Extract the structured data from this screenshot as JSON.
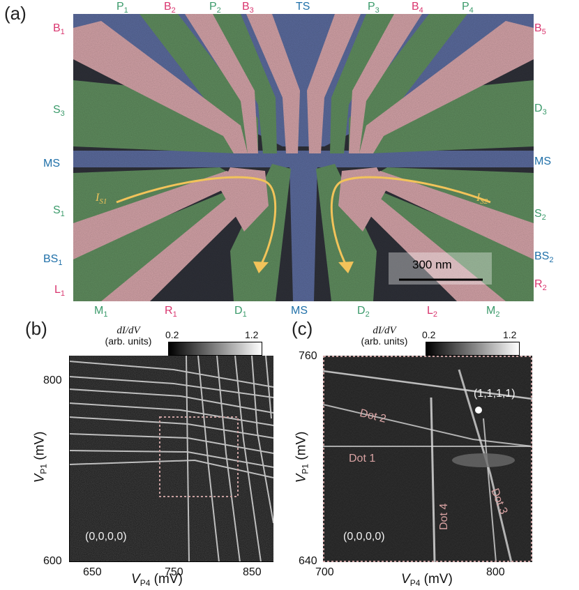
{
  "panel_a": {
    "letter": "(a)",
    "labels": {
      "P1": {
        "base": "P",
        "sub": "1",
        "color": "#3a9a6a"
      },
      "B2": {
        "base": "B",
        "sub": "2",
        "color": "#d9356e"
      },
      "P2": {
        "base": "P",
        "sub": "2",
        "color": "#3a9a6a"
      },
      "B3": {
        "base": "B",
        "sub": "3",
        "color": "#d9356e"
      },
      "TS": {
        "base": "TS",
        "sub": "",
        "color": "#1e6fa8"
      },
      "P3": {
        "base": "P",
        "sub": "3",
        "color": "#3a9a6a"
      },
      "B4": {
        "base": "B",
        "sub": "4",
        "color": "#d9356e"
      },
      "P4": {
        "base": "P",
        "sub": "4",
        "color": "#3a9a6a"
      },
      "B1": {
        "base": "B",
        "sub": "1",
        "color": "#d9356e"
      },
      "B5": {
        "base": "B",
        "sub": "5",
        "color": "#d9356e"
      },
      "S3": {
        "base": "S",
        "sub": "3",
        "color": "#3a9a6a"
      },
      "D3": {
        "base": "D",
        "sub": "3",
        "color": "#3a9a6a"
      },
      "MS_left": {
        "base": "MS",
        "sub": "",
        "color": "#1e6fa8"
      },
      "MS_right": {
        "base": "MS",
        "sub": "",
        "color": "#1e6fa8"
      },
      "S1": {
        "base": "S",
        "sub": "1",
        "color": "#3a9a6a"
      },
      "S2": {
        "base": "S",
        "sub": "2",
        "color": "#3a9a6a"
      },
      "BS1": {
        "base": "BS",
        "sub": "1",
        "color": "#1e6fa8"
      },
      "BS2": {
        "base": "BS",
        "sub": "2",
        "color": "#1e6fa8"
      },
      "L1": {
        "base": "L",
        "sub": "1",
        "color": "#d9356e"
      },
      "R2": {
        "base": "R",
        "sub": "2",
        "color": "#d9356e"
      },
      "M1": {
        "base": "M",
        "sub": "1",
        "color": "#3a9a6a"
      },
      "R1": {
        "base": "R",
        "sub": "1",
        "color": "#d9356e"
      },
      "D1": {
        "base": "D",
        "sub": "1",
        "color": "#3a9a6a"
      },
      "MS_bottom": {
        "base": "MS",
        "sub": "",
        "color": "#1e6fa8"
      },
      "D2": {
        "base": "D",
        "sub": "2",
        "color": "#3a9a6a"
      },
      "L2": {
        "base": "L",
        "sub": "2",
        "color": "#d9356e"
      },
      "M2": {
        "base": "M",
        "sub": "2",
        "color": "#3a9a6a"
      }
    },
    "current_left": {
      "base": "I",
      "sub": "S1"
    },
    "current_right": {
      "base": "I",
      "sub": "S2"
    },
    "scale_bar": "300 nm",
    "gate_colors": {
      "green": "#5d8f5f",
      "pink": "#d3a3a8",
      "blue": "#5d6fa0",
      "arrow": "#f2c35a"
    }
  },
  "panel_b": {
    "letter": "(b)",
    "colorbar": {
      "quantity": "dI/dV",
      "units": "(arb. units)",
      "min": "0.2",
      "max": "1.2"
    },
    "x_axis": {
      "var": "V",
      "sub": "P4",
      "unit": "(mV)",
      "ticks": [
        "650",
        "750",
        "850"
      ]
    },
    "y_axis": {
      "var": "V",
      "sub": "P1",
      "unit": "(mV)",
      "ticks": [
        "800",
        "600"
      ]
    },
    "annotation": "(0,0,0,0)"
  },
  "panel_c": {
    "letter": "(c)",
    "colorbar": {
      "quantity": "dI/dV",
      "units": "(arb. units)",
      "min": "0.2",
      "max": "1.2"
    },
    "x_axis": {
      "var": "V",
      "sub": "P4",
      "unit": "(mV)",
      "ticks": [
        "700",
        "800"
      ]
    },
    "y_axis": {
      "var": "V",
      "sub": "P1",
      "unit": "(mV)",
      "ticks": [
        "760",
        "640"
      ]
    },
    "annotations": {
      "state_top": "(1,1,1,1)",
      "state_bottom": "(0,0,0,0)",
      "dot1": "Dot 1",
      "dot2": "Dot 2",
      "dot3": "Dot 3",
      "dot4": "Dot 4"
    }
  }
}
